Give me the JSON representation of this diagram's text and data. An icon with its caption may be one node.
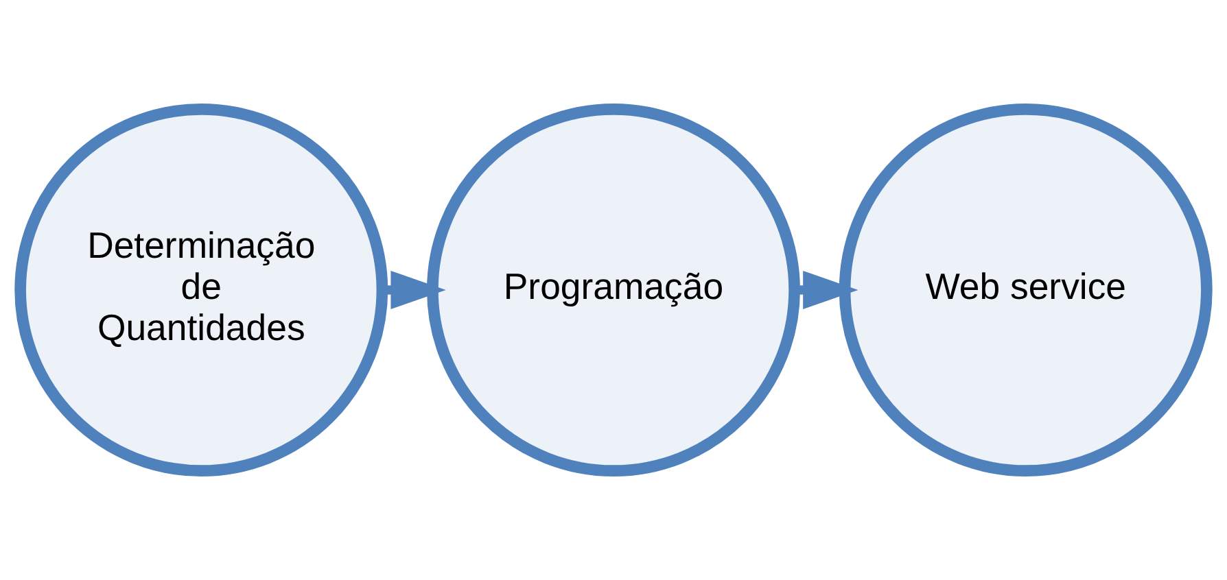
{
  "diagram": {
    "nodes": [
      {
        "text": [
          "Determinação de Quantidades"
        ]
      },
      {
        "text": [
          "Programação"
        ]
      },
      {
        "text": [
          "Web service"
        ]
      }
    ],
    "edges": [
      {
        "from": 0,
        "to": 1,
        "arrow": "to"
      },
      {
        "from": 1,
        "to": 2,
        "arrow": "to"
      }
    ]
  }
}
